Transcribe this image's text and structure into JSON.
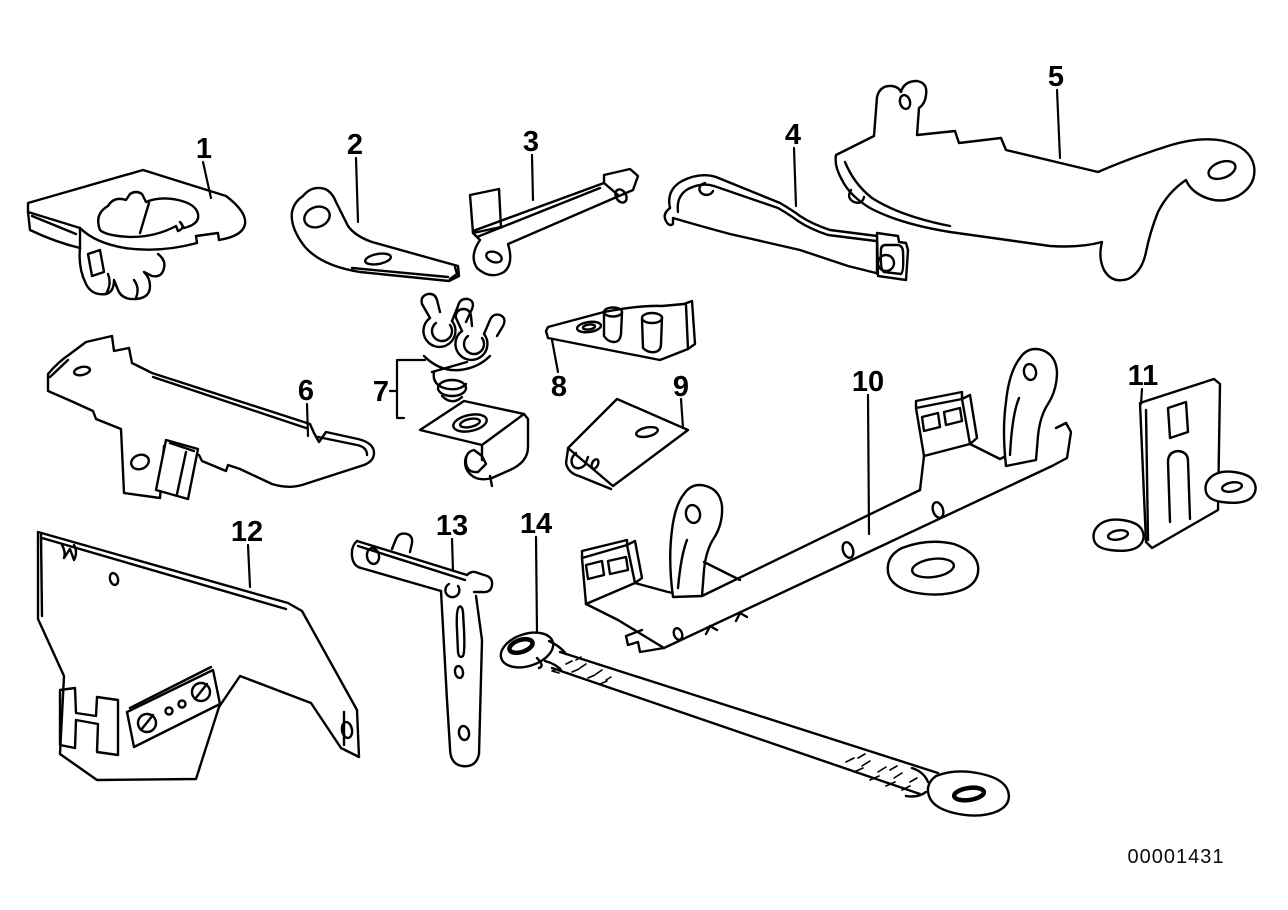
{
  "figure": {
    "background": "#ffffff",
    "ink": "#000000",
    "callout_count": 14
  },
  "callouts": [
    {
      "label": "1"
    },
    {
      "label": "2"
    },
    {
      "label": "3"
    },
    {
      "label": "4"
    },
    {
      "label": "5"
    },
    {
      "label": "6"
    },
    {
      "label": "7"
    },
    {
      "label": "8"
    },
    {
      "label": "9"
    },
    {
      "label": "10"
    },
    {
      "label": "11"
    },
    {
      "label": "12"
    },
    {
      "label": "13"
    },
    {
      "label": "14"
    }
  ],
  "watermark": "00001431"
}
